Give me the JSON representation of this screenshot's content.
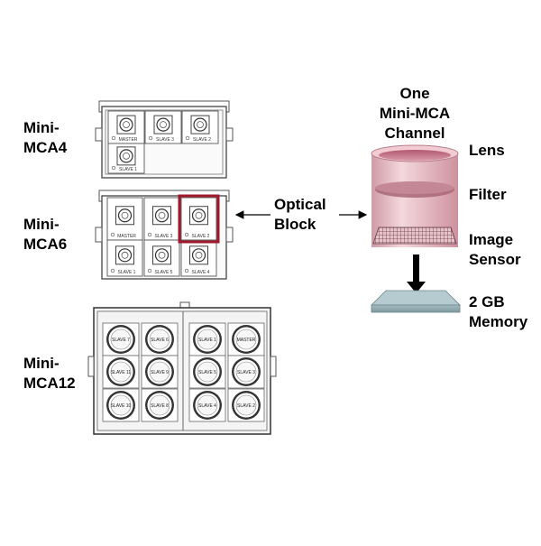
{
  "units": {
    "mca4": "Mini-\nMCA4",
    "mca6": "Mini-\nMCA6",
    "mca12": "Mini-\nMCA12"
  },
  "optical_block": "Optical\nBlock",
  "channel_title": "One\nMini-MCA\nChannel",
  "components": {
    "lens": "Lens",
    "filter": "Filter",
    "sensor": "Image\nSensor",
    "memory": "2 GB\nMemory"
  },
  "mca4_slots": [
    "MASTER",
    "SLAVE 3",
    "SLAVE 2",
    "SLAVE 1"
  ],
  "mca6_slots": [
    "MASTER",
    "SLAVE 3",
    "SLAVE 2",
    "SLAVE 1",
    "SLAVE 5",
    "SLAVE 4"
  ],
  "mca12_slots": [
    "SLAVE 7",
    "SLAVE 6",
    "SLAVE 1",
    "MASTER",
    "SLAVE 11",
    "SLAVE 9",
    "SLAVE 5",
    "SLAVE 3",
    "SLAVE 10",
    "SLAVE 8",
    "SLAVE 4",
    "SLAVE 2"
  ],
  "colors": {
    "highlight": "#a0182c",
    "cylinder": "#e8b6c0",
    "memory": "#8fa8ad",
    "outline": "#444444"
  }
}
